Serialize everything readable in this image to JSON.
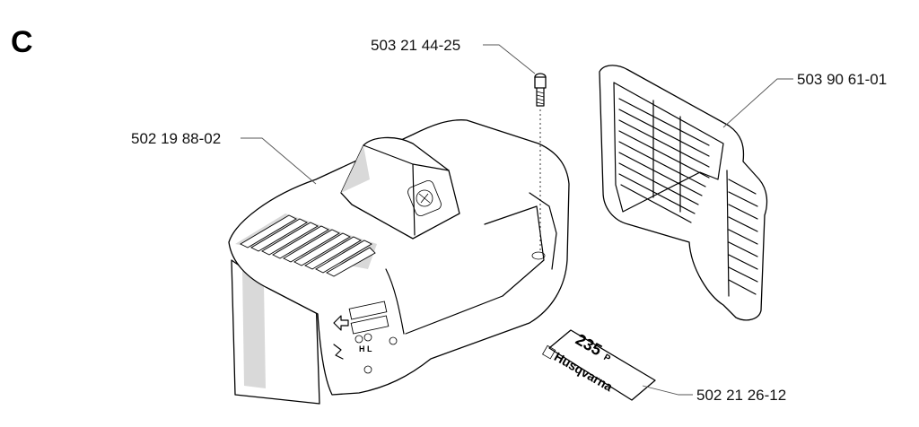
{
  "section_letter": "C",
  "parts": {
    "cover": {
      "number": "502 19 88-02"
    },
    "screw": {
      "number": "503 21 44-25"
    },
    "air_grille": {
      "number": "503 90 61-01"
    },
    "decal": {
      "number": "502 21 26-12"
    }
  },
  "decal_text": {
    "model": "235",
    "model_suffix": "P",
    "brand": "Husqvarna"
  },
  "cover_controls": {
    "choke_label": "H L"
  }
}
